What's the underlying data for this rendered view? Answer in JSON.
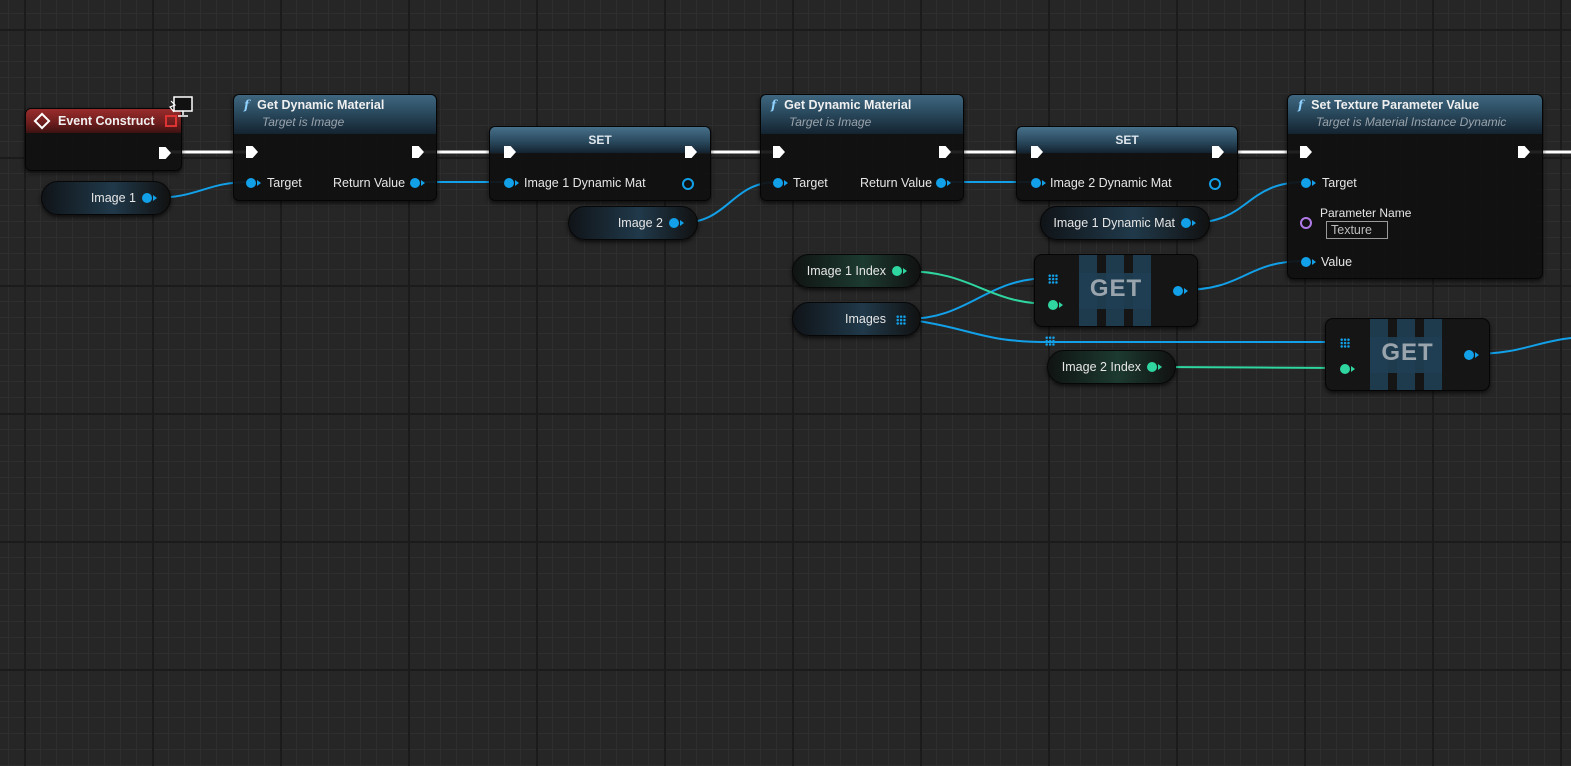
{
  "event_node": {
    "title": "Event Construct"
  },
  "get_dyn_1": {
    "title": "Get Dynamic Material",
    "subtitle": "Target is Image",
    "in_label": "Target",
    "out_label": "Return Value"
  },
  "set_1": {
    "title": "SET",
    "label": "Image 1 Dynamic Mat"
  },
  "get_dyn_2": {
    "title": "Get Dynamic Material",
    "subtitle": "Target is Image",
    "in_label": "Target",
    "out_label": "Return Value"
  },
  "set_2": {
    "title": "SET",
    "label": "Image 2 Dynamic Mat"
  },
  "set_texture": {
    "title": "Set Texture Parameter Value",
    "subtitle": "Target is Material Instance Dynamic",
    "target_label": "Target",
    "param_label": "Parameter Name",
    "param_value": "Texture",
    "value_label": "Value"
  },
  "vars": {
    "image1": "Image 1",
    "image2": "Image 2",
    "image1_dyn_mat": "Image 1 Dynamic Mat",
    "image1_index": "Image 1 Index",
    "images": "Images",
    "image2_index": "Image 2 Index"
  },
  "get_nodes": {
    "label": "GET"
  },
  "colors": {
    "object_pin": "#12a0e8",
    "int_pin": "#2fd6a0",
    "name_pin": "#b07ae8",
    "exec": "#ffffff",
    "event_header": "#8b2727",
    "function_header": "#3a6078"
  }
}
